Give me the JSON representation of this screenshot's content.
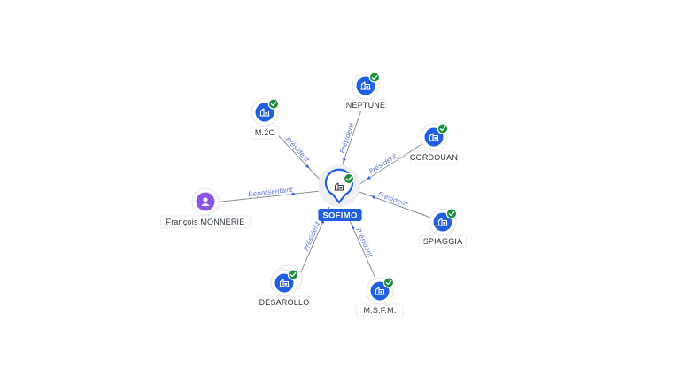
{
  "graph": {
    "center": {
      "label": "SOFIMO",
      "icon": "building-icon",
      "verified": true
    },
    "nodes": [
      {
        "id": "neptune",
        "label": "NEPTUNE",
        "type": "company",
        "icon": "building-icon",
        "verified": true,
        "relation": "Président"
      },
      {
        "id": "m2c",
        "label": "M.2C",
        "type": "company",
        "icon": "building-icon",
        "verified": true,
        "relation": "Président"
      },
      {
        "id": "cordouan",
        "label": "CORDOUAN",
        "type": "company",
        "icon": "building-icon",
        "verified": true,
        "relation": "Président"
      },
      {
        "id": "spiaggia",
        "label": "SPIAGGIA",
        "type": "company",
        "icon": "building-icon",
        "verified": true,
        "relation": "Président"
      },
      {
        "id": "msfm",
        "label": "M.S.F.M.",
        "type": "company",
        "icon": "building-icon",
        "verified": true,
        "relation": "Président"
      },
      {
        "id": "desarollo",
        "label": "DESAROLLO",
        "type": "company",
        "icon": "building-icon",
        "verified": true,
        "relation": "Président"
      },
      {
        "id": "monnerie",
        "label": "François MONNERIE",
        "type": "person",
        "icon": "person-icon",
        "verified": false,
        "relation": "Représentant"
      }
    ]
  },
  "colors": {
    "company": "#1f5fe0",
    "person": "#8a55e8",
    "verified": "#1e8e3e",
    "edge_label": "#5b6fd6"
  }
}
